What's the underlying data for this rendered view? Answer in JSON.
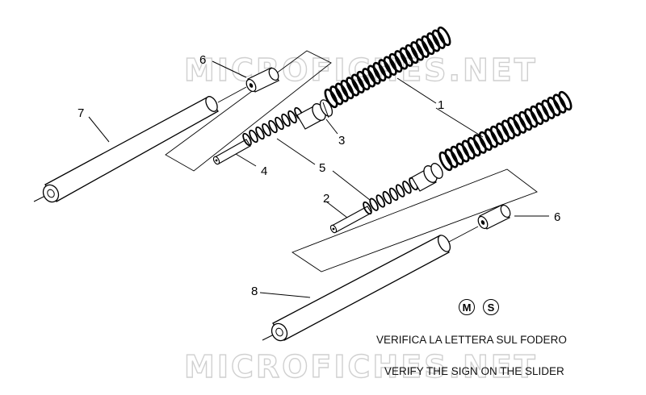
{
  "watermark": "MICROFICHES.NET",
  "callouts": {
    "c1": "1",
    "c2": "2",
    "c3": "3",
    "c4": "4",
    "c5": "5",
    "c6a": "6",
    "c6b": "6",
    "c7": "7",
    "c8": "8"
  },
  "badges": {
    "m": "M",
    "s": "S"
  },
  "notes": {
    "italian": "VERIFICA LA LETTERA SUL FODERO",
    "english": "VERIFY THE SIGN ON THE SLIDER"
  }
}
